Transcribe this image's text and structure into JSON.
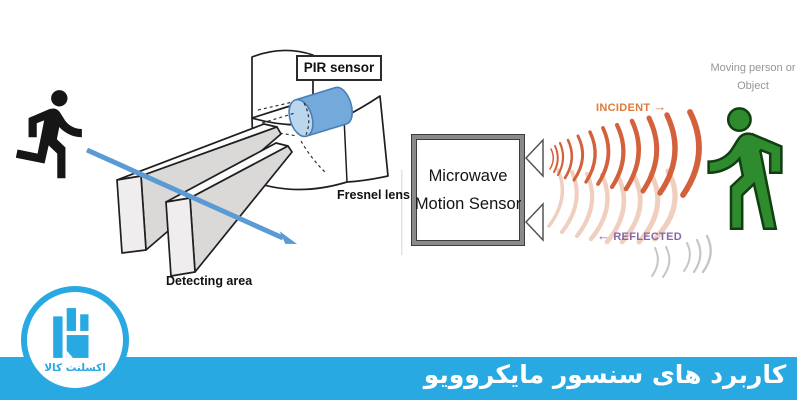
{
  "pir_diagram": {
    "sensor_label": "PIR sensor",
    "lens_label": "Fresnel lens",
    "area_label": "Detecting area",
    "colors": {
      "arrow_blue": "#5B9BD5",
      "cylinder_body": "#74A9DC",
      "cylinder_face": "#BCD6EE",
      "cylinder_outline": "#4A7FB5",
      "silhouette_black": "#161616",
      "beam_side_gray": "#DBD8D8",
      "beam_front_gray": "#EFEDED"
    }
  },
  "microwave_diagram": {
    "sensor_label_line1": "Microwave",
    "sensor_label_line2": "Motion Sensor",
    "incident_label": "INCIDENT",
    "incident_arrow": "→",
    "reflected_label": "REFLECTED",
    "reflected_arrow": "←",
    "caption_line1": "Moving person or",
    "caption_line2": "Object",
    "colors": {
      "incident_wave": "#D3613C",
      "incident_text": "#DE7A3C",
      "reflected_wave": "#F0CFBE",
      "reflected_text": "#8668A8",
      "person_green": "#2E8B2E",
      "caption_gray": "#969696",
      "box_border_gray": "#8a8a8a"
    }
  },
  "footer": {
    "title": "کاربرد های سنسور مایکروویو",
    "bar_color": "#29A9E1",
    "logo_text": "اکسلنت کالا",
    "logo_color": "#29A9E1"
  }
}
